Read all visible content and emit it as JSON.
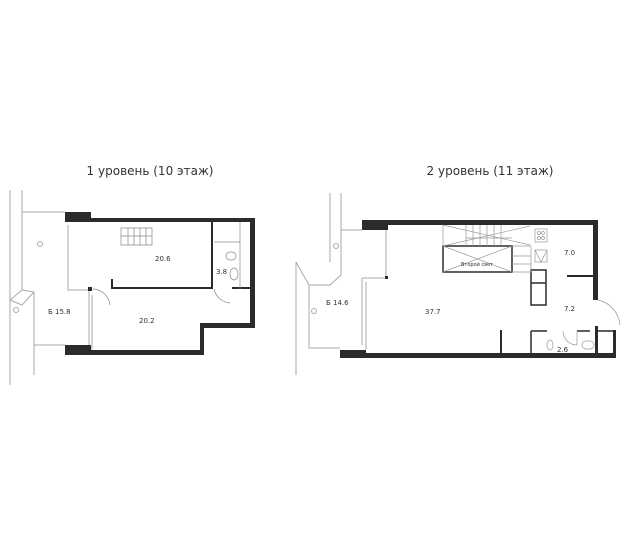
{
  "levels": [
    {
      "title": "1 уровень (10 этаж)",
      "rooms": {
        "main": "20.6",
        "bath": "3.8",
        "lower": "20.2",
        "balcony": "Б 15.8"
      }
    },
    {
      "title": "2 уровень (11 этаж)",
      "rooms": {
        "main": "37.7",
        "kitchen": "7.0",
        "hall": "7.2",
        "bath": "2.6",
        "balcony": "Б 14.6"
      },
      "void_label": "Второй свет"
    }
  ],
  "colors": {
    "wall": "#2b2b2b",
    "line": "#999999"
  }
}
